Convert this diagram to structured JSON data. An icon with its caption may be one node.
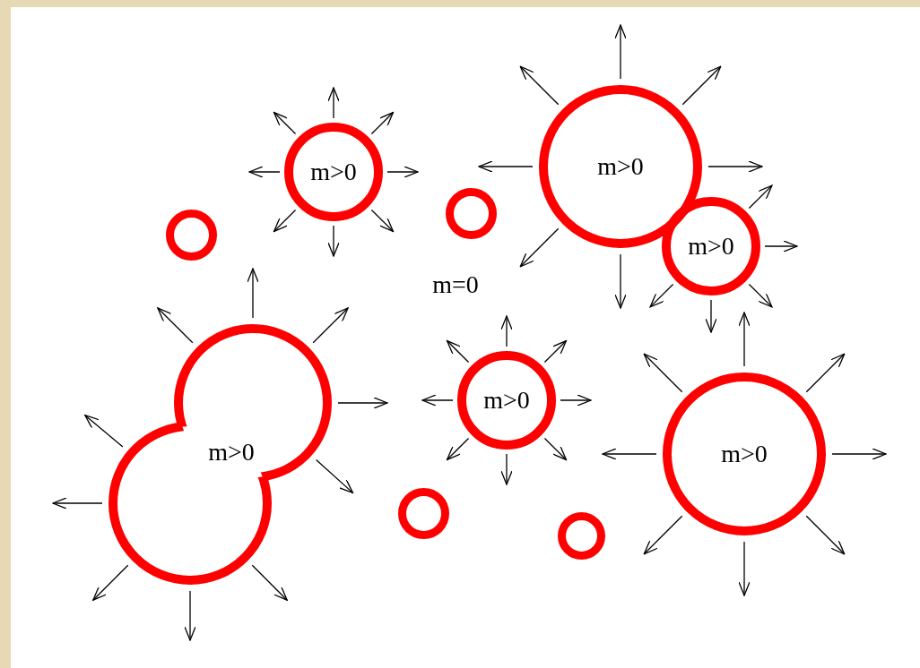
{
  "diagram": {
    "nodes": [
      {
        "text": [
          "m>0"
        ]
      },
      {
        "text": [
          "m>0"
        ]
      },
      {
        "text": [
          "m>0"
        ]
      },
      {
        "text": [
          "m>0"
        ]
      },
      {
        "text": [
          "m>0"
        ]
      },
      {
        "text": [
          "m>0"
        ]
      },
      {
        "text": [],
        "shape": "circle"
      },
      {
        "text": [],
        "shape": "circle"
      },
      {
        "text": [],
        "shape": "circle"
      },
      {
        "text": [],
        "shape": "circle"
      }
    ],
    "labels": [
      "m=0"
    ]
  }
}
